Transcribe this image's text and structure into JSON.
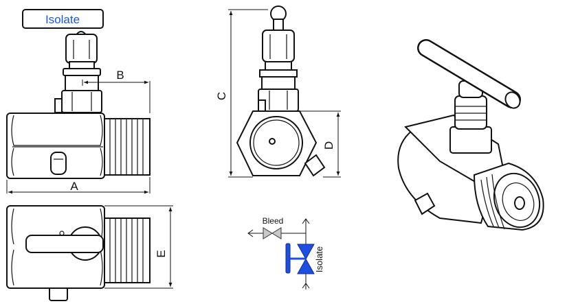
{
  "drawing": {
    "handle_label": "Isolate",
    "dimensions": {
      "a": "A",
      "b": "B",
      "c": "C",
      "d": "D",
      "e": "E"
    },
    "schematic": {
      "bleed_label": "Bleed",
      "isolate_label": "Isolate"
    }
  },
  "colors": {
    "accent": "#1a56e8",
    "valve_blue": "#1f4fe0",
    "valve_gray": "#c8c8c8"
  }
}
